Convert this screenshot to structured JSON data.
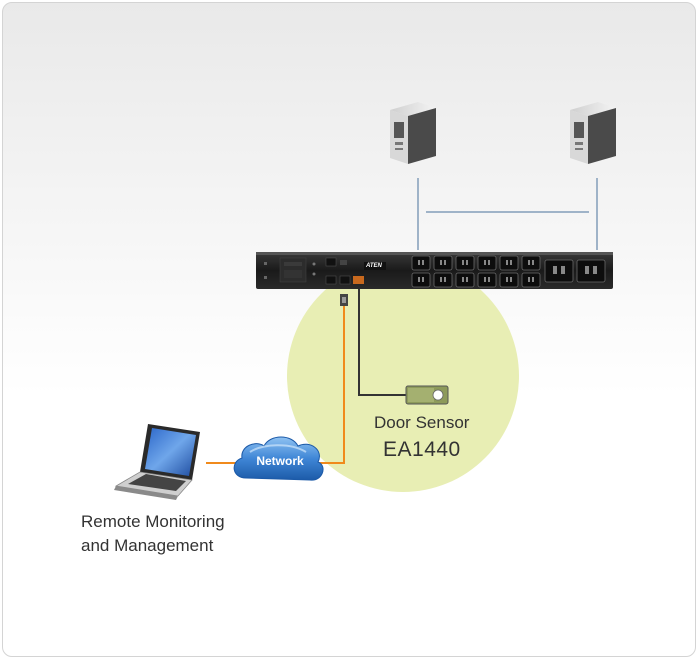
{
  "diagram": {
    "labels": {
      "door_sensor": "Door Sensor",
      "model": "EA1440",
      "network": "Network",
      "remote_line1": "Remote Monitoring",
      "remote_line2": "and Management"
    },
    "device": {
      "brand": "ATEN"
    },
    "colors": {
      "highlight_circle": "#e8eeb4",
      "network_cable": "#f08a1c",
      "server_link": "#9fb3c8",
      "sensor_cable": "#333333",
      "pdu_body": "#1e1e1e",
      "cloud": "#3f86d6"
    },
    "icons": [
      "server-icon",
      "server-icon",
      "pdu-device-icon",
      "door-sensor-icon",
      "network-cloud-icon",
      "laptop-icon"
    ]
  }
}
